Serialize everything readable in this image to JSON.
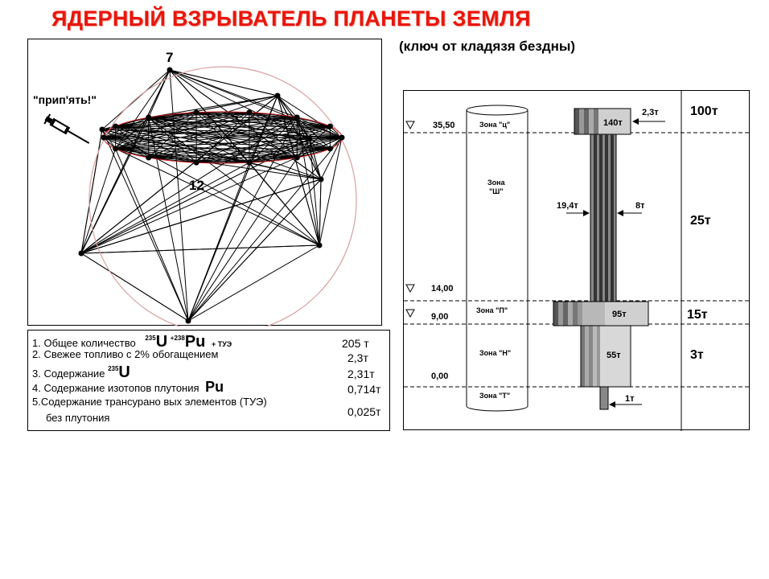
{
  "title": "ЯДЕРНЫЙ ВЗРЫВАТЕЛЬ ПЛАНЕТЫ ЗЕМЛЯ",
  "subtitle": "(ключ от кладязя бездны)",
  "left_diagram": {
    "label_top": "7",
    "label_bottom": "12",
    "label_quote": "\"прип'ять!\""
  },
  "legend": {
    "line1_prefix": "1. Общее количество",
    "line1_sup1": "235",
    "line1_u": "U",
    "line1_plus": "+",
    "line1_sup2": "238",
    "line1_pu": "Pu",
    "line1_tue": "+ ТУЭ",
    "line1_value": "205 т",
    "line2": "2. Свежее топливо с 2% обогащением",
    "line2_value": "2,3т",
    "line3_prefix": "3. Содержание",
    "line3_sup": "235",
    "line3_u": "U",
    "line3_value": "2,31т",
    "line4_prefix": "4. Содержание изотопов  плутония",
    "line4_pu": "Pu",
    "line4_value": "0,714т",
    "line5a": "5.Содержание трансурано вых элементов (ТУЭ)",
    "line5b": "без плутония",
    "line5_value": "0,025т"
  },
  "right_diagram": {
    "levels": [
      "35,50",
      "14,00",
      "9,00",
      "0,00"
    ],
    "zones": {
      "c": "Зона \"ц\"",
      "sh_line1": "Зона",
      "sh_line2": "\"Ш\"",
      "p": "Зона \"П\"",
      "n": "Зона \"Н\"",
      "t": "Зона \"Т\""
    },
    "inner_labels": {
      "top_block": "140т",
      "mid_block": "95т",
      "bottom_block": "55т",
      "arrow_top": "2,3т",
      "arrow_left": "19,4т",
      "arrow_right": "8т",
      "arrow_bottom": "1т"
    },
    "right_column": [
      "100т",
      "25т",
      "15т",
      "3т"
    ]
  }
}
